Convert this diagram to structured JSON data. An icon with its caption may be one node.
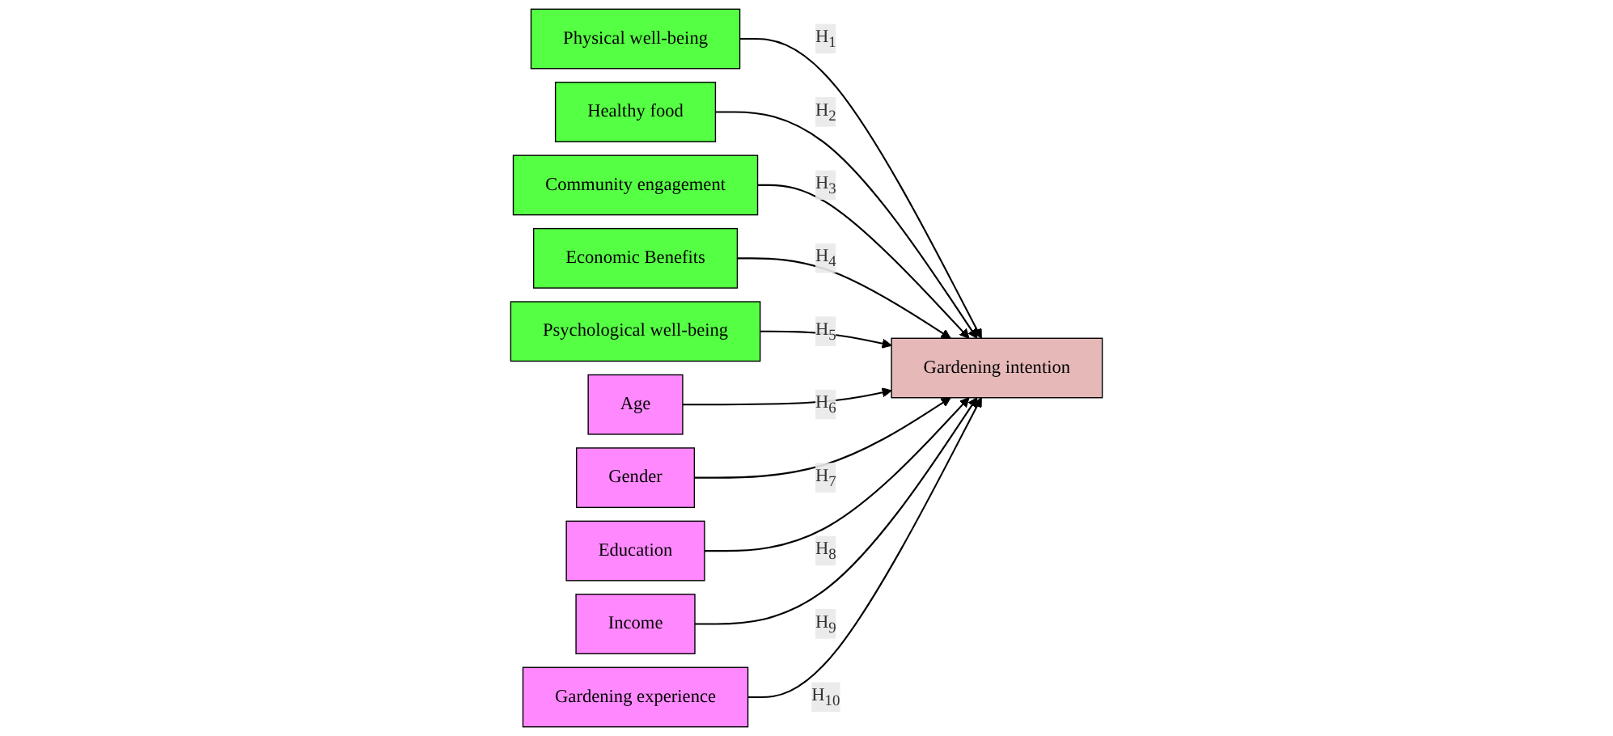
{
  "diagram": {
    "nodes": [
      {
        "text": [
          "Physical well-being"
        ]
      },
      {
        "text": [
          "Healthy food"
        ]
      },
      {
        "text": [
          "Community engagement"
        ]
      },
      {
        "text": [
          "Economic Benefits"
        ]
      },
      {
        "text": [
          "Psychological well-being"
        ]
      },
      {
        "text": [
          "Gardening intention"
        ]
      },
      {
        "text": [
          "Age"
        ]
      },
      {
        "text": [
          "Gender"
        ]
      },
      {
        "text": [
          "Education"
        ]
      },
      {
        "text": [
          "Income"
        ]
      },
      {
        "text": [
          "Gardening experience"
        ]
      }
    ],
    "edges": [
      {
        "from": 0,
        "to": 5,
        "arrow": "to",
        "label": "H$_{1}$"
      },
      {
        "from": 1,
        "to": 5,
        "arrow": "to",
        "label": "H$_{2}$"
      },
      {
        "from": 2,
        "to": 5,
        "arrow": "to",
        "label": "H$_{3}$"
      },
      {
        "from": 3,
        "to": 5,
        "arrow": "to",
        "label": "H$_{4}$"
      },
      {
        "from": 4,
        "to": 5,
        "arrow": "to",
        "label": "H$_{5}$"
      },
      {
        "from": 6,
        "to": 5,
        "arrow": "to",
        "label": "H$_{6}$"
      },
      {
        "from": 7,
        "to": 5,
        "arrow": "to",
        "label": "H$_{7}$"
      },
      {
        "from": 8,
        "to": 5,
        "arrow": "to",
        "label": "H$_{8}$"
      },
      {
        "from": 9,
        "to": 5,
        "arrow": "to",
        "label": "H$_{9}$"
      },
      {
        "from": 10,
        "to": 5,
        "arrow": "to",
        "label": "H$_{10}$"
      }
    ]
  }
}
